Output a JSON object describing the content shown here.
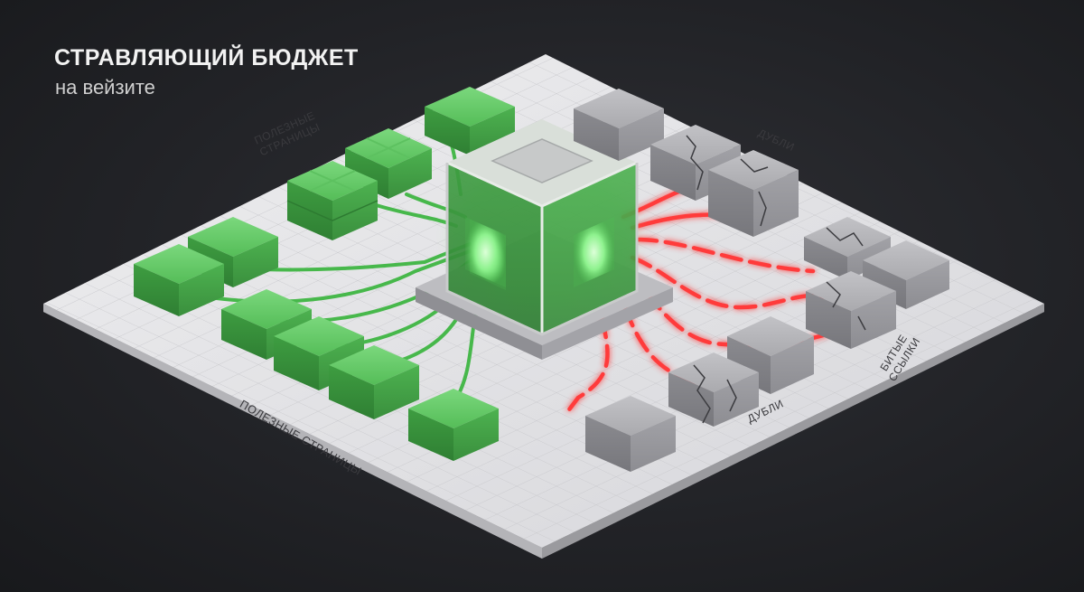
{
  "header": {
    "title": "СТРАВЛЯЮЩИЙ БЮДЖЕТ",
    "subtitle": "на вейзите"
  },
  "labels": {
    "useful_top_line1": "ПОЛЕЗНЫЕ",
    "useful_top_line2": "СТРАНИЦЫ",
    "useful_bottom": "ПОЛЕЗНЫЕ СТРАНИЦЫ",
    "dupes_top": "ДУБЛИ",
    "dupes_bottom": "ДУБЛИ",
    "broken_line1": "БИТЫЕ",
    "broken_line2": "ССЫЛКИ"
  },
  "colors": {
    "accent_good": "#4cb84f",
    "accent_bad": "#ff3030",
    "board": "#e4e4e6",
    "concrete": "#a9a9ad"
  }
}
